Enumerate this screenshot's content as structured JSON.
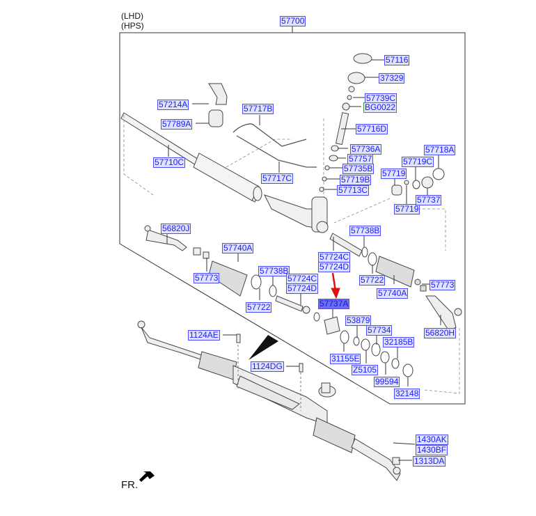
{
  "header": {
    "line1": "(LHD)",
    "line2": "(HPS)"
  },
  "orientation_label": "FR.",
  "colors": {
    "label_text": "#1a1aff",
    "label_border": "#4b4bff",
    "label_bg": "#dfe3ff",
    "highlight_bg": "#6b6bff",
    "green_border": "#3a9a3a",
    "arrow": "#e01010"
  },
  "parts": [
    {
      "id": "p57700",
      "code": "57700"
    },
    {
      "id": "p57116",
      "code": "57116"
    },
    {
      "id": "p37329",
      "code": "37329"
    },
    {
      "id": "p57739C",
      "code": "57739C"
    },
    {
      "id": "pBG0022",
      "code": "BG0022"
    },
    {
      "id": "p57716D",
      "code": "57716D"
    },
    {
      "id": "p57214A",
      "code": "57214A"
    },
    {
      "id": "p57717B",
      "code": "57717B"
    },
    {
      "id": "p57789A",
      "code": "57789A"
    },
    {
      "id": "p57710C",
      "code": "57710C"
    },
    {
      "id": "p57717C",
      "code": "57717C"
    },
    {
      "id": "p57736A",
      "code": "57736A"
    },
    {
      "id": "p57757",
      "code": "57757"
    },
    {
      "id": "p57735B",
      "code": "57735B"
    },
    {
      "id": "p57719B",
      "code": "57719B"
    },
    {
      "id": "p57713C",
      "code": "57713C"
    },
    {
      "id": "p57718A",
      "code": "57718A"
    },
    {
      "id": "p57719C",
      "code": "57719C"
    },
    {
      "id": "p57719a",
      "code": "57719"
    },
    {
      "id": "p57719b",
      "code": "57719"
    },
    {
      "id": "p57737",
      "code": "57737"
    },
    {
      "id": "p56820J",
      "code": "56820J"
    },
    {
      "id": "p57740Aa",
      "code": "57740A"
    },
    {
      "id": "p57773a",
      "code": "57773"
    },
    {
      "id": "p57738Ba",
      "code": "57738B"
    },
    {
      "id": "p57724Ca",
      "code": "57724C"
    },
    {
      "id": "p57724Da",
      "code": "57724D"
    },
    {
      "id": "p57722a",
      "code": "57722"
    },
    {
      "id": "p57738Bb",
      "code": "57738B"
    },
    {
      "id": "p57724Cb",
      "code": "57724C"
    },
    {
      "id": "p57724Db",
      "code": "57724D"
    },
    {
      "id": "p57722b",
      "code": "57722"
    },
    {
      "id": "p57740Ab",
      "code": "57740A"
    },
    {
      "id": "p57773b",
      "code": "57773"
    },
    {
      "id": "p57737A",
      "code": "57737A"
    },
    {
      "id": "p56820H",
      "code": "56820H"
    },
    {
      "id": "p53879",
      "code": "53879"
    },
    {
      "id": "p57734",
      "code": "57734"
    },
    {
      "id": "p32185B",
      "code": "32185B"
    },
    {
      "id": "p31155E",
      "code": "31155E"
    },
    {
      "id": "pZ5105",
      "code": "Z5105"
    },
    {
      "id": "p99594",
      "code": "99594"
    },
    {
      "id": "p32148",
      "code": "32148"
    },
    {
      "id": "p1124AE",
      "code": "1124AE"
    },
    {
      "id": "p1124DG",
      "code": "1124DG"
    },
    {
      "id": "p1430AK",
      "code": "1430AK"
    },
    {
      "id": "p1430BF",
      "code": "1430BF"
    },
    {
      "id": "p1313DA",
      "code": "1313DA"
    }
  ]
}
